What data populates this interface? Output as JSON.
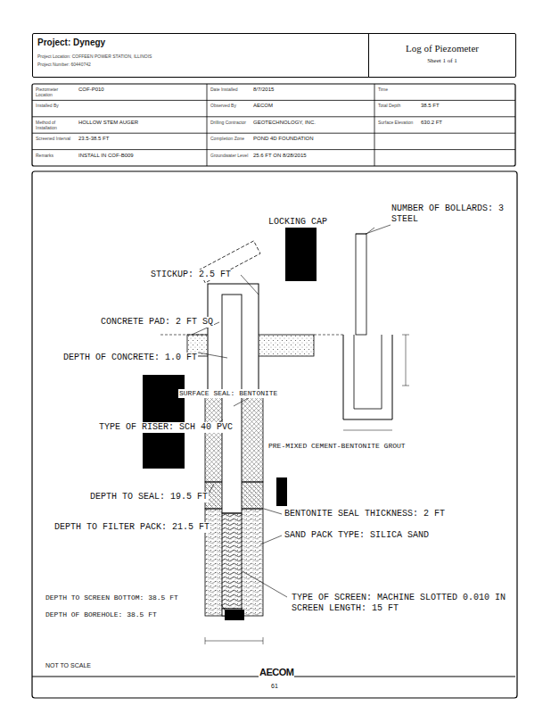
{
  "diagram": {
    "nodes": [
      {
        "text": [
          "Project: Dynegy",
          "Project Location: COFFEEN POWER STATION, ILLINOIS",
          "Project Number: 60440742"
        ]
      },
      {
        "text": [
          "Log of Piezometer",
          "Sheet 1 of 1"
        ]
      },
      {
        "text": [
          "Piezometer Location",
          "COF-P010"
        ]
      },
      {
        "text": [
          "Date Installed",
          "8/7/2015"
        ]
      },
      {
        "text": [
          "Time"
        ]
      },
      {
        "text": [
          "Installed By"
        ]
      },
      {
        "text": [
          "Observed By",
          "AECOM"
        ]
      },
      {
        "text": [
          "Total Depth",
          "38.5 FT"
        ]
      },
      {
        "text": [
          "Method of Installation",
          "HOLLOW STEM AUGER"
        ]
      },
      {
        "text": [
          "Drilling Contractor",
          "GEOTECHNOLOGY, INC."
        ]
      },
      {
        "text": [
          "Surface Elevation",
          "630.2 FT"
        ]
      },
      {
        "text": [
          "Screened Interval",
          "23.5-38.5 FT"
        ]
      },
      {
        "text": [
          "Completion Zone",
          "POND 4D FOUNDATION"
        ]
      },
      {
        "text": [
          "Remarks",
          "INSTALL IN COF-B009"
        ]
      },
      {
        "text": [
          "Groundwater Level",
          "25.6 FT ON 8/28/2015"
        ]
      }
    ],
    "labels": [
      "LOCKING CAP",
      "NUMBER OF BOLLARDS: 3",
      "STEEL",
      "STICKUP: 2.5 FT",
      "CONCRETE PAD: 2 FT SQ",
      "DEPTH OF CONCRETE: 1.0 FT",
      "SURFACE SEAL: BENTONITE",
      "TYPE OF RISER: SCH 40 PVC",
      "PRE-MIXED CEMENT-BENTONITE GROUT",
      "DEPTH TO SEAL: 19.5 FT",
      "BENTONITE SEAL THICKNESS: 2 FT",
      "DEPTH TO FILTER PACK: 21.5 FT",
      "SAND PACK TYPE: SILICA SAND",
      "TYPE OF SCREEN: MACHINE SLOTTED 0.010 IN",
      "SCREEN LENGTH: 15 FT",
      "DEPTH TO SCREEN BOTTOM: 38.5 FT",
      "DEPTH OF BOREHOLE: 38.5 FT",
      "NOT TO SCALE",
      "AECOM",
      "61"
    ]
  }
}
